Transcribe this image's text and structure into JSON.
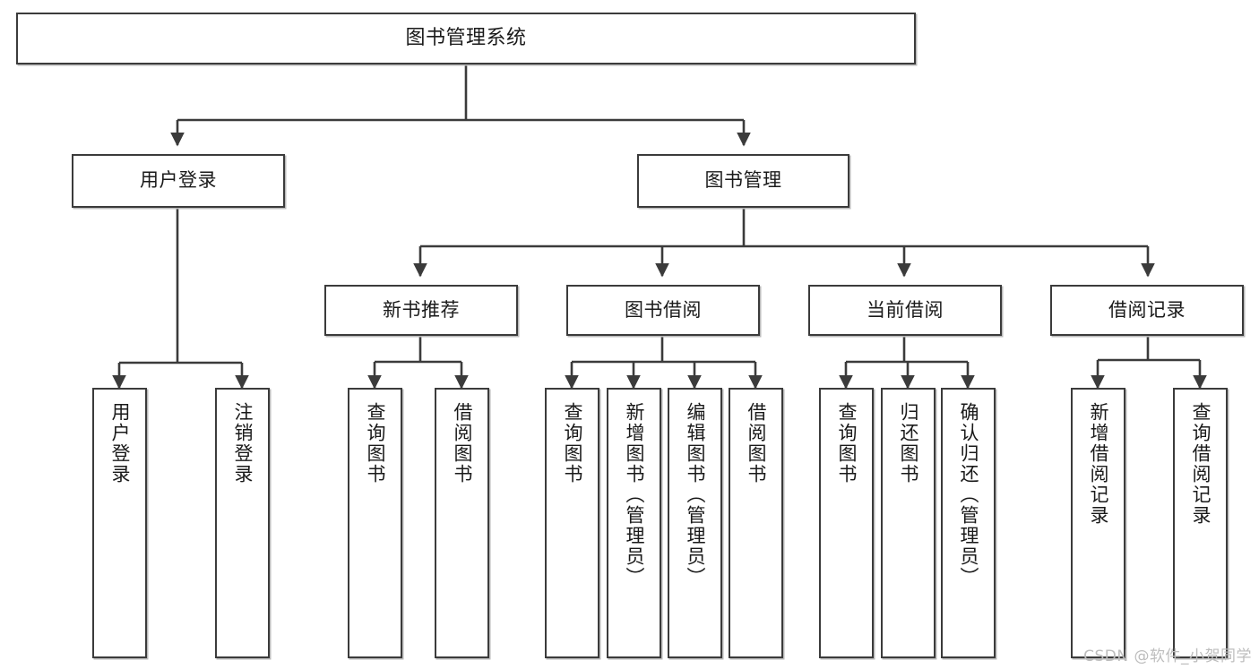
{
  "diagram": {
    "title": "图书管理系统",
    "type": "tree-hierarchy",
    "watermark": "CSDN @软件_小贺同学",
    "accent_color": "#3b3b3b",
    "background_color": "#ffffff",
    "nodes": {
      "root": {
        "label": "图书管理系统"
      },
      "level2": [
        {
          "label": "用户登录"
        },
        {
          "label": "图书管理"
        }
      ],
      "level3": [
        {
          "label": "新书推荐"
        },
        {
          "label": "图书借阅"
        },
        {
          "label": "当前借阅"
        },
        {
          "label": "借阅记录"
        }
      ],
      "leaves": {
        "user_login": [
          {
            "label": "用户登录"
          },
          {
            "label": "注销登录"
          }
        ],
        "new_book": [
          {
            "label": "查询图书"
          },
          {
            "label": "借阅图书"
          }
        ],
        "borrow_book": [
          {
            "label": "查询图书"
          },
          {
            "label": "新增图书（管理员）"
          },
          {
            "label": "编辑图书（管理员）"
          },
          {
            "label": "借阅图书"
          }
        ],
        "current_borrow": [
          {
            "label": "查询图书"
          },
          {
            "label": "归还图书"
          },
          {
            "label": "确认归还（管理员）"
          }
        ],
        "borrow_record": [
          {
            "label": "新增借阅记录"
          },
          {
            "label": "查询借阅记录"
          }
        ]
      }
    }
  }
}
